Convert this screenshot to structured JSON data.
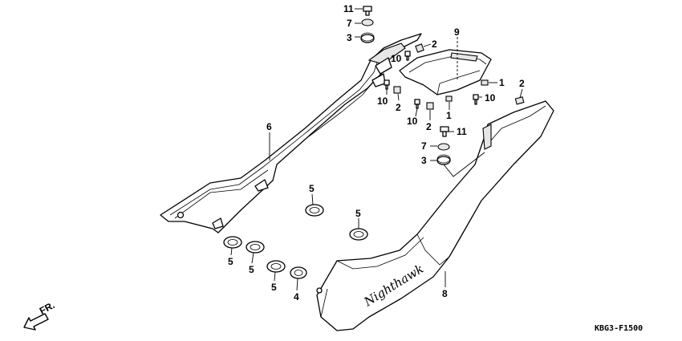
{
  "diagram": {
    "drawing_code": "KBG3-F1500",
    "direction_label": "FR.",
    "badge_script": "Nighthawk",
    "callouts": {
      "c11_top": "11",
      "c7_top": "7",
      "c3_top": "3",
      "c10_top": "10",
      "c2_top": "2",
      "c9": "9",
      "c1_right": "1",
      "c2_right": "2",
      "c10_right": "10",
      "c10_left": "10",
      "c2_mid": "2",
      "c10_mid": "10",
      "c2_lower": "2",
      "c1_lower": "1",
      "c11_mid": "11",
      "c7_mid": "7",
      "c3_mid": "3",
      "c6": "6",
      "c5_a": "5",
      "c5_b": "5",
      "c5_c": "5",
      "c5_d": "5",
      "c5_e": "5",
      "c4": "4",
      "c8": "8"
    }
  }
}
